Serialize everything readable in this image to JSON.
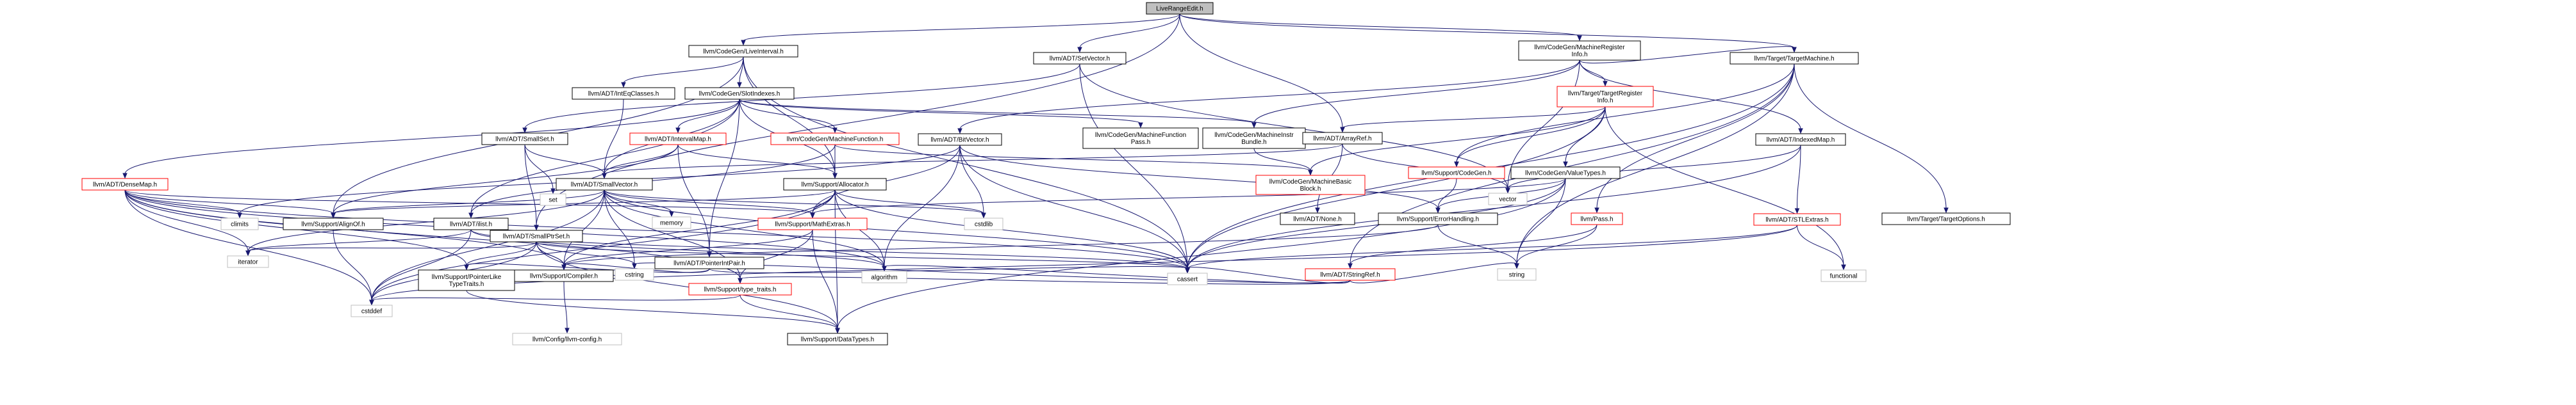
{
  "colors": {
    "edge": "#191970",
    "root_fill": "#bfbfbf",
    "node_stroke": "#000000",
    "missing_stroke": "#ff0000",
    "external_stroke": "#bfbfbf"
  },
  "nodes": [
    {
      "id": "root",
      "label": [
        "LiveRangeEdit.h"
      ],
      "kind": "root"
    },
    {
      "id": "liveinterval",
      "label": [
        "llvm/CodeGen/LiveInterval.h"
      ],
      "kind": "normal"
    },
    {
      "id": "setvector",
      "label": [
        "llvm/ADT/SetVector.h"
      ],
      "kind": "normal"
    },
    {
      "id": "mri",
      "label": [
        "llvm/CodeGen/MachineRegister",
        "Info.h"
      ],
      "kind": "normal"
    },
    {
      "id": "targetmachine",
      "label": [
        "llvm/Target/TargetMachine.h"
      ],
      "kind": "normal"
    },
    {
      "id": "inteqclasses",
      "label": [
        "llvm/ADT/IntEqClasses.h"
      ],
      "kind": "normal"
    },
    {
      "id": "slotindexes",
      "label": [
        "llvm/CodeGen/SlotIndexes.h"
      ],
      "kind": "normal"
    },
    {
      "id": "tri",
      "label": [
        "llvm/Target/TargetRegister",
        "Info.h"
      ],
      "kind": "missing"
    },
    {
      "id": "smallset",
      "label": [
        "llvm/ADT/SmallSet.h"
      ],
      "kind": "normal"
    },
    {
      "id": "intervalmap",
      "label": [
        "llvm/ADT/IntervalMap.h"
      ],
      "kind": "missing"
    },
    {
      "id": "mf",
      "label": [
        "llvm/CodeGen/MachineFunction.h"
      ],
      "kind": "missing"
    },
    {
      "id": "mfpass",
      "label": [
        "llvm/CodeGen/MachineFunction",
        "Pass.h"
      ],
      "kind": "normal"
    },
    {
      "id": "mibundle",
      "label": [
        "llvm/CodeGen/MachineInstr",
        "Bundle.h"
      ],
      "kind": "normal"
    },
    {
      "id": "arrayref",
      "label": [
        "llvm/ADT/ArrayRef.h"
      ],
      "kind": "normal"
    },
    {
      "id": "codegen",
      "label": [
        "llvm/Support/CodeGen.h"
      ],
      "kind": "missing"
    },
    {
      "id": "valuetypes",
      "label": [
        "llvm/CodeGen/ValueTypes.h"
      ],
      "kind": "normal"
    },
    {
      "id": "indexedmap",
      "label": [
        "llvm/ADT/IndexedMap.h"
      ],
      "kind": "normal"
    },
    {
      "id": "bitvector",
      "label": [
        "llvm/ADT/BitVector.h"
      ],
      "kind": "normal"
    },
    {
      "id": "densemap",
      "label": [
        "llvm/ADT/DenseMap.h"
      ],
      "kind": "missing"
    },
    {
      "id": "smallvector",
      "label": [
        "llvm/ADT/SmallVector.h"
      ],
      "kind": "normal"
    },
    {
      "id": "allocator",
      "label": [
        "llvm/Support/Allocator.h"
      ],
      "kind": "normal"
    },
    {
      "id": "mbb",
      "label": [
        "llvm/CodeGen/MachineBasic",
        "Block.h"
      ],
      "kind": "missing"
    },
    {
      "id": "none",
      "label": [
        "llvm/ADT/None.h"
      ],
      "kind": "normal"
    },
    {
      "id": "errorhandling",
      "label": [
        "llvm/Support/ErrorHandling.h"
      ],
      "kind": "normal"
    },
    {
      "id": "pass",
      "label": [
        "llvm/Pass.h"
      ],
      "kind": "missing"
    },
    {
      "id": "stlextras",
      "label": [
        "llvm/ADT/STLExtras.h"
      ],
      "kind": "missing"
    },
    {
      "id": "targetoptions",
      "label": [
        "llvm/Target/TargetOptions.h"
      ],
      "kind": "normal"
    },
    {
      "id": "climits",
      "label": [
        "climits"
      ],
      "kind": "external"
    },
    {
      "id": "alignof",
      "label": [
        "llvm/Support/AlignOf.h"
      ],
      "kind": "normal"
    },
    {
      "id": "ilist",
      "label": [
        "llvm/ADT/ilist.h"
      ],
      "kind": "normal"
    },
    {
      "id": "smallptrset",
      "label": [
        "llvm/ADT/SmallPtrSet.h"
      ],
      "kind": "normal"
    },
    {
      "id": "memory",
      "label": [
        "memory"
      ],
      "kind": "external"
    },
    {
      "id": "pointerintpair",
      "label": [
        "llvm/ADT/PointerIntPair.h"
      ],
      "kind": "normal"
    },
    {
      "id": "mathextras",
      "label": [
        "llvm/Support/MathExtras.h"
      ],
      "kind": "missing"
    },
    {
      "id": "cstdlib",
      "label": [
        "cstdlib"
      ],
      "kind": "external"
    },
    {
      "id": "stringref",
      "label": [
        "llvm/ADT/StringRef.h"
      ],
      "kind": "missing"
    },
    {
      "id": "functional",
      "label": [
        "functional"
      ],
      "kind": "external"
    },
    {
      "id": "vector",
      "label": [
        "vector"
      ],
      "kind": "external"
    },
    {
      "id": "set",
      "label": [
        "set"
      ],
      "kind": "external"
    },
    {
      "id": "string",
      "label": [
        "string"
      ],
      "kind": "external"
    },
    {
      "id": "iterator",
      "label": [
        "iterator"
      ],
      "kind": "external"
    },
    {
      "id": "plttraits",
      "label": [
        "llvm/Support/PointerLike",
        "TypeTraits.h"
      ],
      "kind": "normal"
    },
    {
      "id": "compiler",
      "label": [
        "llvm/Support/Compiler.h"
      ],
      "kind": "normal"
    },
    {
      "id": "cstring",
      "label": [
        "cstring"
      ],
      "kind": "external"
    },
    {
      "id": "typetraits",
      "label": [
        "llvm/Support/type_traits.h"
      ],
      "kind": "missing"
    },
    {
      "id": "algorithm",
      "label": [
        "algorithm"
      ],
      "kind": "external"
    },
    {
      "id": "cassert",
      "label": [
        "cassert"
      ],
      "kind": "external"
    },
    {
      "id": "cstddef",
      "label": [
        "cstddef"
      ],
      "kind": "external"
    },
    {
      "id": "llvmconfig",
      "label": [
        "llvm/Config/llvm-config.h"
      ],
      "kind": "external"
    },
    {
      "id": "datatypes",
      "label": [
        "llvm/Support/DataTypes.h"
      ],
      "kind": "normal"
    }
  ],
  "edges": [
    [
      "root",
      "liveinterval"
    ],
    [
      "root",
      "setvector"
    ],
    [
      "root",
      "mri"
    ],
    [
      "root",
      "targetmachine"
    ],
    [
      "root",
      "arrayref"
    ],
    [
      "root",
      "smallptrset"
    ],
    [
      "liveinterval",
      "inteqclasses"
    ],
    [
      "liveinterval",
      "slotindexes"
    ],
    [
      "liveinterval",
      "allocator"
    ],
    [
      "liveinterval",
      "alignof"
    ],
    [
      "liveinterval",
      "cassert"
    ],
    [
      "inteqclasses",
      "smallvector"
    ],
    [
      "slotindexes",
      "densemap"
    ],
    [
      "slotindexes",
      "intervalmap"
    ],
    [
      "slotindexes",
      "smallvector"
    ],
    [
      "slotindexes",
      "ilist"
    ],
    [
      "slotindexes",
      "pointerintpair"
    ],
    [
      "slotindexes",
      "mf"
    ],
    [
      "slotindexes",
      "mfpass"
    ],
    [
      "slotindexes",
      "mibundle"
    ],
    [
      "slotindexes",
      "allocator"
    ],
    [
      "setvector",
      "smallset"
    ],
    [
      "setvector",
      "cassert"
    ],
    [
      "setvector",
      "vector"
    ],
    [
      "smallset",
      "smallvector"
    ],
    [
      "smallset",
      "smallptrset"
    ],
    [
      "smallset",
      "set"
    ],
    [
      "intervalmap",
      "smallvector"
    ],
    [
      "intervalmap",
      "pointerintpair"
    ],
    [
      "intervalmap",
      "allocator"
    ],
    [
      "intervalmap",
      "alignof"
    ],
    [
      "mf",
      "allocator"
    ],
    [
      "mf",
      "mbb"
    ],
    [
      "mf",
      "ilist"
    ],
    [
      "mibundle",
      "mbb"
    ],
    [
      "mri",
      "tri"
    ],
    [
      "mri",
      "indexedmap"
    ],
    [
      "mri",
      "bitvector"
    ],
    [
      "mri",
      "mibundle"
    ],
    [
      "mri",
      "vector"
    ],
    [
      "mri",
      "targetmachine"
    ],
    [
      "tri",
      "arrayref"
    ],
    [
      "tri",
      "valuetypes"
    ],
    [
      "tri",
      "codegen"
    ],
    [
      "tri",
      "mbb"
    ],
    [
      "tri",
      "functional"
    ],
    [
      "tri",
      "cassert"
    ],
    [
      "targetmachine",
      "pass"
    ],
    [
      "targetmachine",
      "codegen"
    ],
    [
      "targetmachine",
      "targetoptions"
    ],
    [
      "targetmachine",
      "stringref"
    ],
    [
      "targetmachine",
      "string"
    ],
    [
      "targetmachine",
      "cassert"
    ],
    [
      "arrayref",
      "none"
    ],
    [
      "arrayref",
      "smallvector"
    ],
    [
      "arrayref",
      "vector"
    ],
    [
      "valuetypes",
      "mathextras"
    ],
    [
      "valuetypes",
      "errorhandling"
    ],
    [
      "valuetypes",
      "string"
    ],
    [
      "valuetypes",
      "cassert"
    ],
    [
      "valuetypes",
      "datatypes"
    ],
    [
      "codegen",
      "errorhandling"
    ],
    [
      "indexedmap",
      "stlextras"
    ],
    [
      "indexedmap",
      "vector"
    ],
    [
      "indexedmap",
      "cassert"
    ],
    [
      "bitvector",
      "mathextras"
    ],
    [
      "bitvector",
      "cassert"
    ],
    [
      "bitvector",
      "climits"
    ],
    [
      "bitvector",
      "cstdlib"
    ],
    [
      "bitvector",
      "algorithm"
    ],
    [
      "bitvector",
      "errorhandling"
    ],
    [
      "densemap",
      "alignof"
    ],
    [
      "densemap",
      "mathextras"
    ],
    [
      "densemap",
      "typetraits"
    ],
    [
      "densemap",
      "plttraits"
    ],
    [
      "densemap",
      "climits"
    ],
    [
      "densemap",
      "iterator"
    ],
    [
      "densemap",
      "cstddef"
    ],
    [
      "densemap",
      "compiler"
    ],
    [
      "densemap",
      "algorithm"
    ],
    [
      "densemap",
      "cassert"
    ],
    [
      "smallvector",
      "alignof"
    ],
    [
      "smallvector",
      "mathextras"
    ],
    [
      "smallvector",
      "typetraits"
    ],
    [
      "smallvector",
      "compiler"
    ],
    [
      "smallvector",
      "algorithm"
    ],
    [
      "smallvector",
      "cassert"
    ],
    [
      "smallvector",
      "cstddef"
    ],
    [
      "smallvector",
      "cstdlib"
    ],
    [
      "smallvector",
      "cstring"
    ],
    [
      "smallvector",
      "iterator"
    ],
    [
      "smallvector",
      "memory"
    ],
    [
      "allocator",
      "alignof"
    ],
    [
      "allocator",
      "datatypes"
    ],
    [
      "allocator",
      "mathextras"
    ],
    [
      "allocator",
      "compiler"
    ],
    [
      "allocator",
      "algorithm"
    ],
    [
      "allocator",
      "cassert"
    ],
    [
      "allocator",
      "cstddef"
    ],
    [
      "allocator",
      "cstdlib"
    ],
    [
      "errorhandling",
      "compiler"
    ],
    [
      "errorhandling",
      "string"
    ],
    [
      "pass",
      "stringref"
    ],
    [
      "pass",
      "string"
    ],
    [
      "stlextras",
      "functional"
    ],
    [
      "stlextras",
      "cassert"
    ],
    [
      "stlextras",
      "cstddef"
    ],
    [
      "ilist",
      "iterator"
    ],
    [
      "ilist",
      "algorithm"
    ],
    [
      "ilist",
      "cassert"
    ],
    [
      "ilist",
      "cstddef"
    ],
    [
      "smallptrset",
      "compiler"
    ],
    [
      "smallptrset",
      "datatypes"
    ],
    [
      "smallptrset",
      "plttraits"
    ],
    [
      "smallptrset",
      "cassert"
    ],
    [
      "smallptrset",
      "cstddef"
    ],
    [
      "smallptrset",
      "cstring"
    ],
    [
      "smallptrset",
      "iterator"
    ],
    [
      "pointerintpair",
      "compiler"
    ],
    [
      "pointerintpair",
      "plttraits"
    ],
    [
      "pointerintpair",
      "cassert"
    ],
    [
      "mathextras",
      "compiler"
    ],
    [
      "mathextras",
      "typetraits"
    ],
    [
      "mathextras",
      "datatypes"
    ],
    [
      "stringref",
      "typetraits"
    ],
    [
      "stringref",
      "algorithm"
    ],
    [
      "stringref",
      "cassert"
    ],
    [
      "stringref",
      "cstring"
    ],
    [
      "stringref",
      "string"
    ],
    [
      "alignof",
      "cstddef"
    ],
    [
      "plttraits",
      "datatypes"
    ],
    [
      "compiler",
      "llvmconfig"
    ],
    [
      "typetraits",
      "datatypes"
    ],
    [
      "typetraits",
      "cstddef"
    ]
  ]
}
